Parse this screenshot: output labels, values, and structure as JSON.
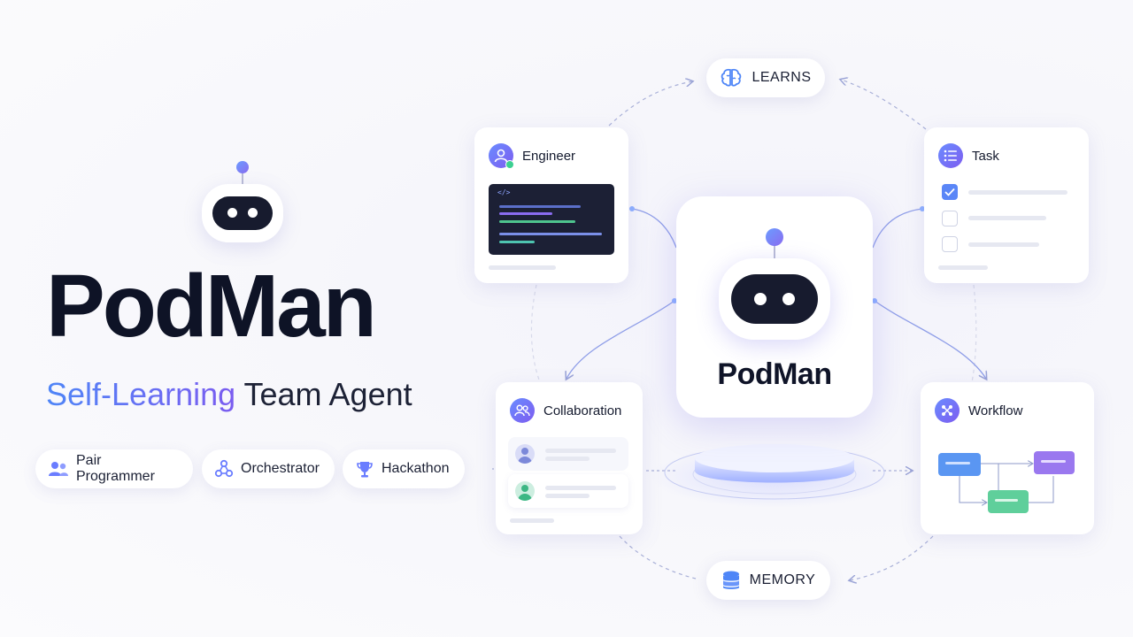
{
  "brand": {
    "title": "PodMan",
    "subtitle_highlight": "Self-Learning",
    "subtitle_rest": "Team Agent"
  },
  "chips": [
    {
      "label": "Pair Programmer",
      "icon": "users-icon"
    },
    {
      "label": "Orchestrator",
      "icon": "network-icon"
    },
    {
      "label": "Hackathon",
      "icon": "trophy-icon"
    }
  ],
  "diagram": {
    "top_pill": {
      "label": "LEARNS",
      "icon": "brain-icon"
    },
    "bottom_pill": {
      "label": "MEMORY",
      "icon": "database-icon"
    },
    "center_label": "PodMan",
    "cards": {
      "engineer": {
        "title": "Engineer",
        "icon": "user-icon",
        "code_tag": "</>"
      },
      "task": {
        "title": "Task",
        "icon": "list-icon"
      },
      "collaboration": {
        "title": "Collaboration",
        "icon": "users-icon"
      },
      "workflow": {
        "title": "Workflow",
        "icon": "workflow-icon"
      }
    }
  },
  "colors": {
    "accent_blue": "#4f86f7",
    "accent_purple": "#7b5cf0",
    "dark": "#0e1326",
    "code_bg": "#1c2035"
  }
}
